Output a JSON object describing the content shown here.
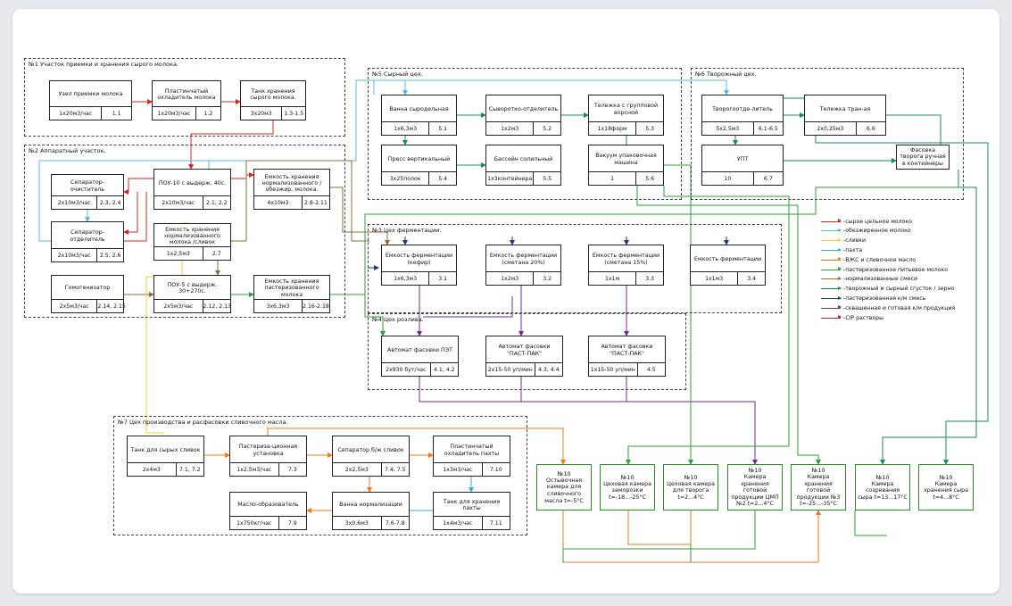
{
  "colors": {
    "raw": "#d62728",
    "skim": "#5bb8e6",
    "cream": "#f0d23a",
    "buttermilk": "#3fa7d6",
    "whey": "#f07a1e",
    "past": "#2e9e3e",
    "norm": "#8a6b3c",
    "curd": "#1a8a5a",
    "pastmix": "#1f3a8a",
    "ferm": "#6b2e8c",
    "cip": "#aa2244"
  },
  "sections": [
    {
      "id": "s1",
      "title": "№1 Участок приемки и хранения сырого молока."
    },
    {
      "id": "s2",
      "title": "№2 Аппаратный участок."
    },
    {
      "id": "s5",
      "title": "№5 Сырный цех."
    },
    {
      "id": "s6",
      "title": "№6 Творожный цех."
    },
    {
      "id": "s3",
      "title": "№3 Цех ферментации."
    },
    {
      "id": "s4",
      "title": "№4 Цех розлива."
    },
    {
      "id": "s7",
      "title": "№7 Цех производства и расфасовки сливочного масла."
    }
  ],
  "nodes": [
    {
      "id": "n11",
      "name": "Узел приемки молока",
      "cap": "1х20м3/час",
      "num": "1.1"
    },
    {
      "id": "n12",
      "name": "Пластинчатый охладитель молока",
      "cap": "1х20м3/час",
      "num": "1.2"
    },
    {
      "id": "n13",
      "name": "Танк хранения сырого молока.",
      "cap": "3х20м3",
      "num": "1.3-1.5"
    },
    {
      "id": "n23",
      "name": "Сепаратор-очиститель",
      "cap": "2х10м3/час",
      "num": "2.3, 2.4"
    },
    {
      "id": "n21",
      "name": "ПОУ-10 с выдерж. 40с.",
      "cap": "2х10м3/час",
      "num": "2.1, 2.2"
    },
    {
      "id": "n28",
      "name": "Емкость хранения нормализованного /обезжир. молока.",
      "cap": "4х10м3",
      "num": "2.8-2.11"
    },
    {
      "id": "n25",
      "name": "Сепаратор-отделитель",
      "cap": "2х10м3/час",
      "num": "2.5, 2.6"
    },
    {
      "id": "n27",
      "name": "Емкость хранения нормализованного молока /сливок",
      "cap": "1х2,5м3",
      "num": "2.7"
    },
    {
      "id": "n214",
      "name": "Гомогенизатор",
      "cap": "2х5м3/час",
      "num": "2.14, 2.15"
    },
    {
      "id": "n212",
      "name": "ПОУ-5 с выдерж. 30+270с.",
      "cap": "2х5м3/час",
      "num": "2.12, 2.13"
    },
    {
      "id": "n216",
      "name": "Емкость хранения пастеризованного молока",
      "cap": "3х6,3м3",
      "num": "2.16-2.18"
    },
    {
      "id": "n51",
      "name": "Ванна сыродельная",
      "cap": "1х6,3м3",
      "num": "5.1"
    },
    {
      "id": "n52",
      "name": "Сыворотко-отделитель",
      "cap": "1х2м3",
      "num": "5.2"
    },
    {
      "id": "n53",
      "name": "Тележка с групповой ворсной",
      "cap": "1х18форм",
      "num": "5.3"
    },
    {
      "id": "n54",
      "name": "Пресс вертикальный",
      "cap": "3х25полок",
      "num": "5.4"
    },
    {
      "id": "n55",
      "name": "Бассейн солильный",
      "cap": "1х3контейнера",
      "num": "5.5"
    },
    {
      "id": "n56",
      "name": "Вакуум упаковочная машина",
      "cap": "1",
      "num": "5.6"
    },
    {
      "id": "n61",
      "name": "Творогоотде-литель",
      "cap": "5х2,5м3",
      "num": "6.1-6.5"
    },
    {
      "id": "n66",
      "name": "Тележка тран-ая",
      "cap": "2х0,25м3",
      "num": "6.6"
    },
    {
      "id": "n67",
      "name": "УПТ",
      "cap": "10",
      "num": "6.7"
    },
    {
      "id": "n31",
      "name": "Емкость ферментации (кефир)",
      "cap": "1х6,3м3",
      "num": "3.1"
    },
    {
      "id": "n32",
      "name": "Емкость ферментации (сметана 20%)",
      "cap": "1х2м3",
      "num": "3.2"
    },
    {
      "id": "n33",
      "name": "Емкость ферментации (сметана 15%)",
      "cap": "1х1м",
      "num": "3.3"
    },
    {
      "id": "n34",
      "name": "Емкость ферментации",
      "cap": "1х1м3",
      "num": "3.4"
    },
    {
      "id": "n41",
      "name": "Автомат фасовки ПЭТ",
      "cap": "2х930 бут/час",
      "num": "4.1, 4.2"
    },
    {
      "id": "n43",
      "name": "Автомат фасовки \"ПАСТ-ПАК\"",
      "cap": "2х15-50 уп/мин",
      "num": "4.3, 4.4"
    },
    {
      "id": "n45",
      "name": "Автомат фасовки \"ПАСТ-ПАК\"",
      "cap": "1х15-50 уп/мин",
      "num": "4.5"
    },
    {
      "id": "n71",
      "name": "Танк для сырых сливок",
      "cap": "2х4м3",
      "num": "7.1, 7.2"
    },
    {
      "id": "n73",
      "name": "Пастериза-ционная установка",
      "cap": "1х2,5м3/час",
      "num": "7.3"
    },
    {
      "id": "n74",
      "name": "Сепаратор б/ж сливок",
      "cap": "2х2,5м3",
      "num": "7.4, 7.5"
    },
    {
      "id": "n710",
      "name": "Пластинчатый охладитель пахты",
      "cap": "1х3м3/час",
      "num": "7.10"
    },
    {
      "id": "n79",
      "name": "Масло-образователь",
      "cap": "1х750кг/час",
      "num": "7.9"
    },
    {
      "id": "n76",
      "name": "Ванна нормализации",
      "cap": "3х0,6м3",
      "num": "7.6-7.8"
    },
    {
      "id": "n711",
      "name": "Танк для хранения пахты",
      "cap": "1х4м3/час",
      "num": "7.11"
    }
  ],
  "packNode": {
    "name": "Фасовка творога ручная в контейнеры"
  },
  "chambers": [
    {
      "id": "c1",
      "num": "№10",
      "label": "Остывочная камера для сливочного масла t=-5°С"
    },
    {
      "id": "c2",
      "num": "№10",
      "label": "Цеховая камера заморозки t=-18...-25°С"
    },
    {
      "id": "c3",
      "num": "№10",
      "label": "Цеховая камера для творога t=2...4°С"
    },
    {
      "id": "c4",
      "num": "№10",
      "label": "Камера хранения готовой продукции ЦМП №2 t=2...4°С"
    },
    {
      "id": "c5",
      "num": "№10",
      "label": "Камера хранения готовой продукции №3 t=-25...-35°С"
    },
    {
      "id": "c6",
      "num": "№10",
      "label": "Камера созревания сыра t=13...17°С"
    },
    {
      "id": "c7",
      "num": "№10",
      "label": "Камера хранения сыра t=4...8°С"
    }
  ],
  "legend": [
    {
      "color": "#d62728",
      "text": "-сырое цельное молоко"
    },
    {
      "color": "#5bb8e6",
      "text": "-обезжиренное молоко"
    },
    {
      "color": "#f0d23a",
      "text": "-сливки"
    },
    {
      "color": "#3fa7d6",
      "text": "-пахта"
    },
    {
      "color": "#f07a1e",
      "text": "-ВЖС и сливочное масло"
    },
    {
      "color": "#2e9e3e",
      "text": "-пастеризованное питьевое молоко"
    },
    {
      "color": "#8a6b3c",
      "text": "-нормализованные смеси"
    },
    {
      "color": "#1a8a5a",
      "text": "-творожный и сырный сгусток / зерно"
    },
    {
      "color": "#1f3a8a",
      "text": "-пастеризованная к/м смесь"
    },
    {
      "color": "#6b2e8c",
      "text": "-сквашенная и готовая к/м продукция"
    },
    {
      "color": "#aa2244",
      "text": "-CIP растворы"
    }
  ]
}
